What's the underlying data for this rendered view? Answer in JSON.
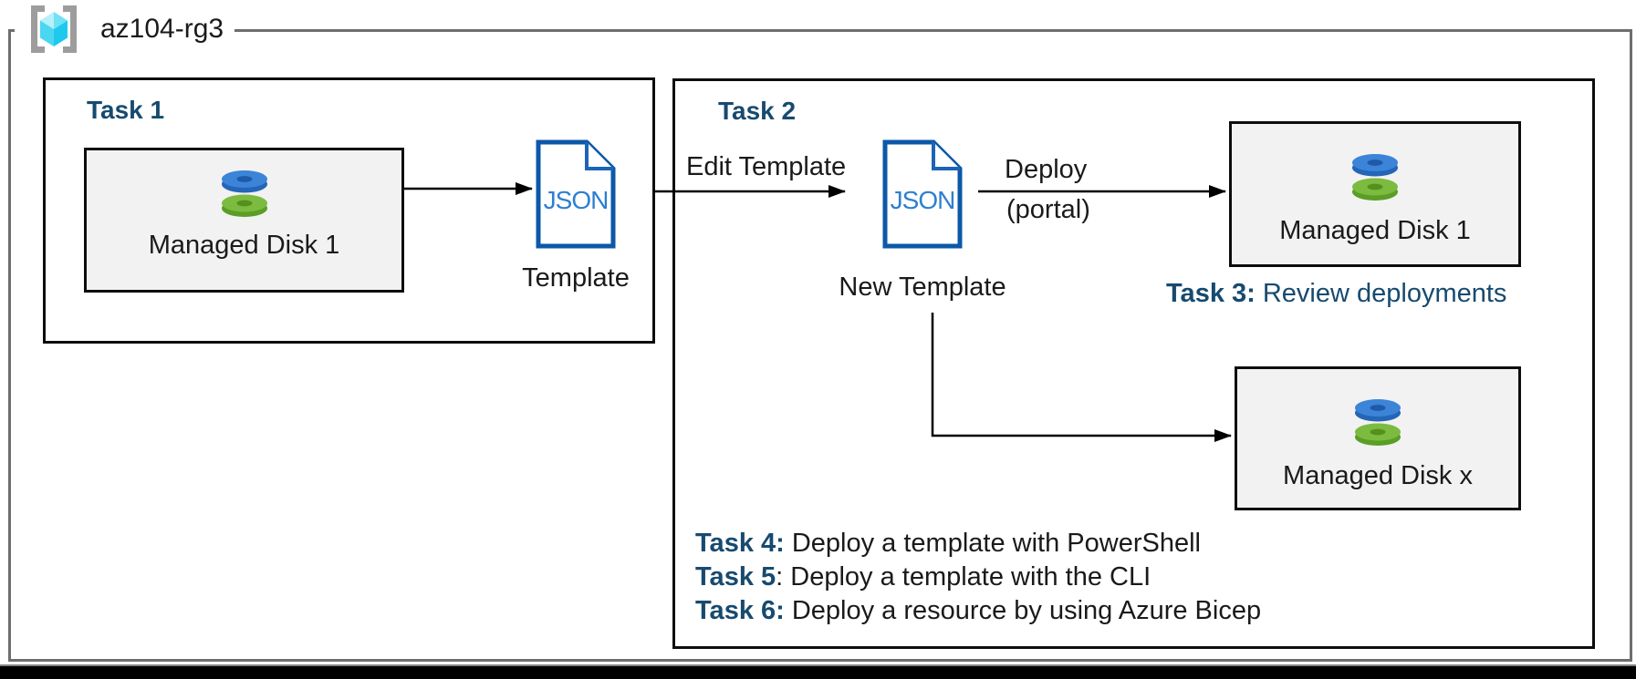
{
  "header": {
    "resource_group_name": "az104-rg3"
  },
  "colors": {
    "outer_border": "#6e6e6e",
    "task_heading_blue": "#174a6f",
    "text_black": "#1a1a1a",
    "resource_box_fill": "#f2f2f2",
    "json_outline_blue": "#0c58a8",
    "json_text_blue": "#2e7fd0",
    "disk_blue_top": "#3c84d7",
    "disk_blue_side": "#2465b8",
    "disk_green_top": "#7cbb40",
    "disk_green_side": "#5b9e25",
    "cube_cyan": "#49d7f2",
    "bracket_gray": "#9d9d9d",
    "bottom_bar": "#000000"
  },
  "task1": {
    "title": "Task 1",
    "disk_label": "Managed Disk 1",
    "json_label": "JSON",
    "caption": "Template"
  },
  "task2": {
    "title": "Task 2",
    "edit_arrow_label": "Edit Template",
    "json_label": "JSON",
    "caption": "New Template",
    "deploy_label": "Deploy",
    "deploy_sublabel": "(portal)",
    "disk1_label": "Managed Disk 1",
    "diskx_label": "Managed Disk x",
    "task3_prefix": "Task 3:",
    "task3_text": " Review deployments"
  },
  "tasks_list": [
    {
      "prefix": "Task 4:",
      "text": " Deploy a template with PowerShell"
    },
    {
      "prefix": "Task 5",
      "text": ": Deploy a template with the CLI"
    },
    {
      "prefix": "Task 6:",
      "text": " Deploy a resource by using Azure Bicep"
    }
  ]
}
